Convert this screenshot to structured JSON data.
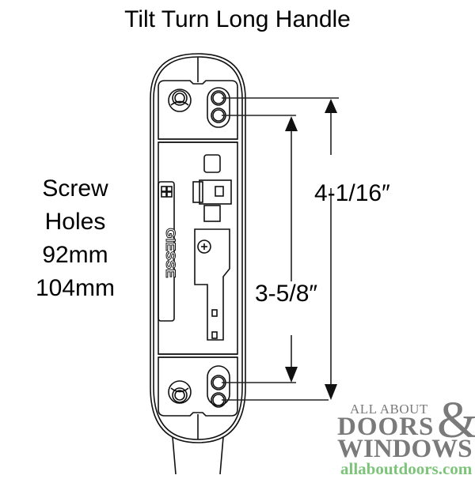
{
  "title": "Tilt Turn Long Handle",
  "screw_holes": {
    "line1": "Screw",
    "line2": "Holes",
    "line3": "92mm",
    "line4": "104mm"
  },
  "dimensions": {
    "outer": "4-1/16″",
    "inner": "3-5/8″"
  },
  "product": {
    "brand_mark": "GIESSE"
  },
  "logo": {
    "line1": "ALL ABOUT",
    "line2": "DOORS",
    "ampersand": "&",
    "line3": "WINDOWS",
    "url": "allaboutdoors.com",
    "url_color": "#7dc47a",
    "text_color": "#7a7a7a"
  }
}
